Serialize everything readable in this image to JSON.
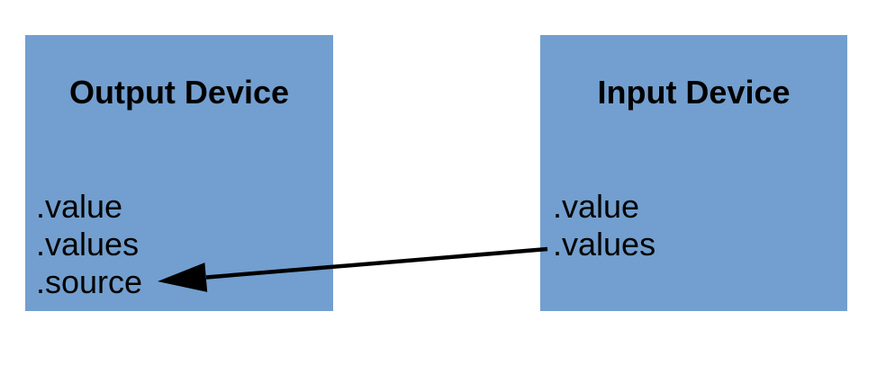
{
  "diagram": {
    "background_color": "#ffffff",
    "box_fill_color": "#729fcf",
    "text_color": "#000000",
    "arrow_color": "#000000",
    "boxes": [
      {
        "id": "output-device",
        "title": "Output Device",
        "properties": [
          ".value",
          ".values",
          ".source"
        ]
      },
      {
        "id": "input-device",
        "title": "Input Device",
        "properties": [
          ".value",
          ".values"
        ]
      }
    ],
    "arrow": {
      "from": "input-device.values",
      "to": "output-device.source",
      "direction": "right-to-left"
    }
  }
}
